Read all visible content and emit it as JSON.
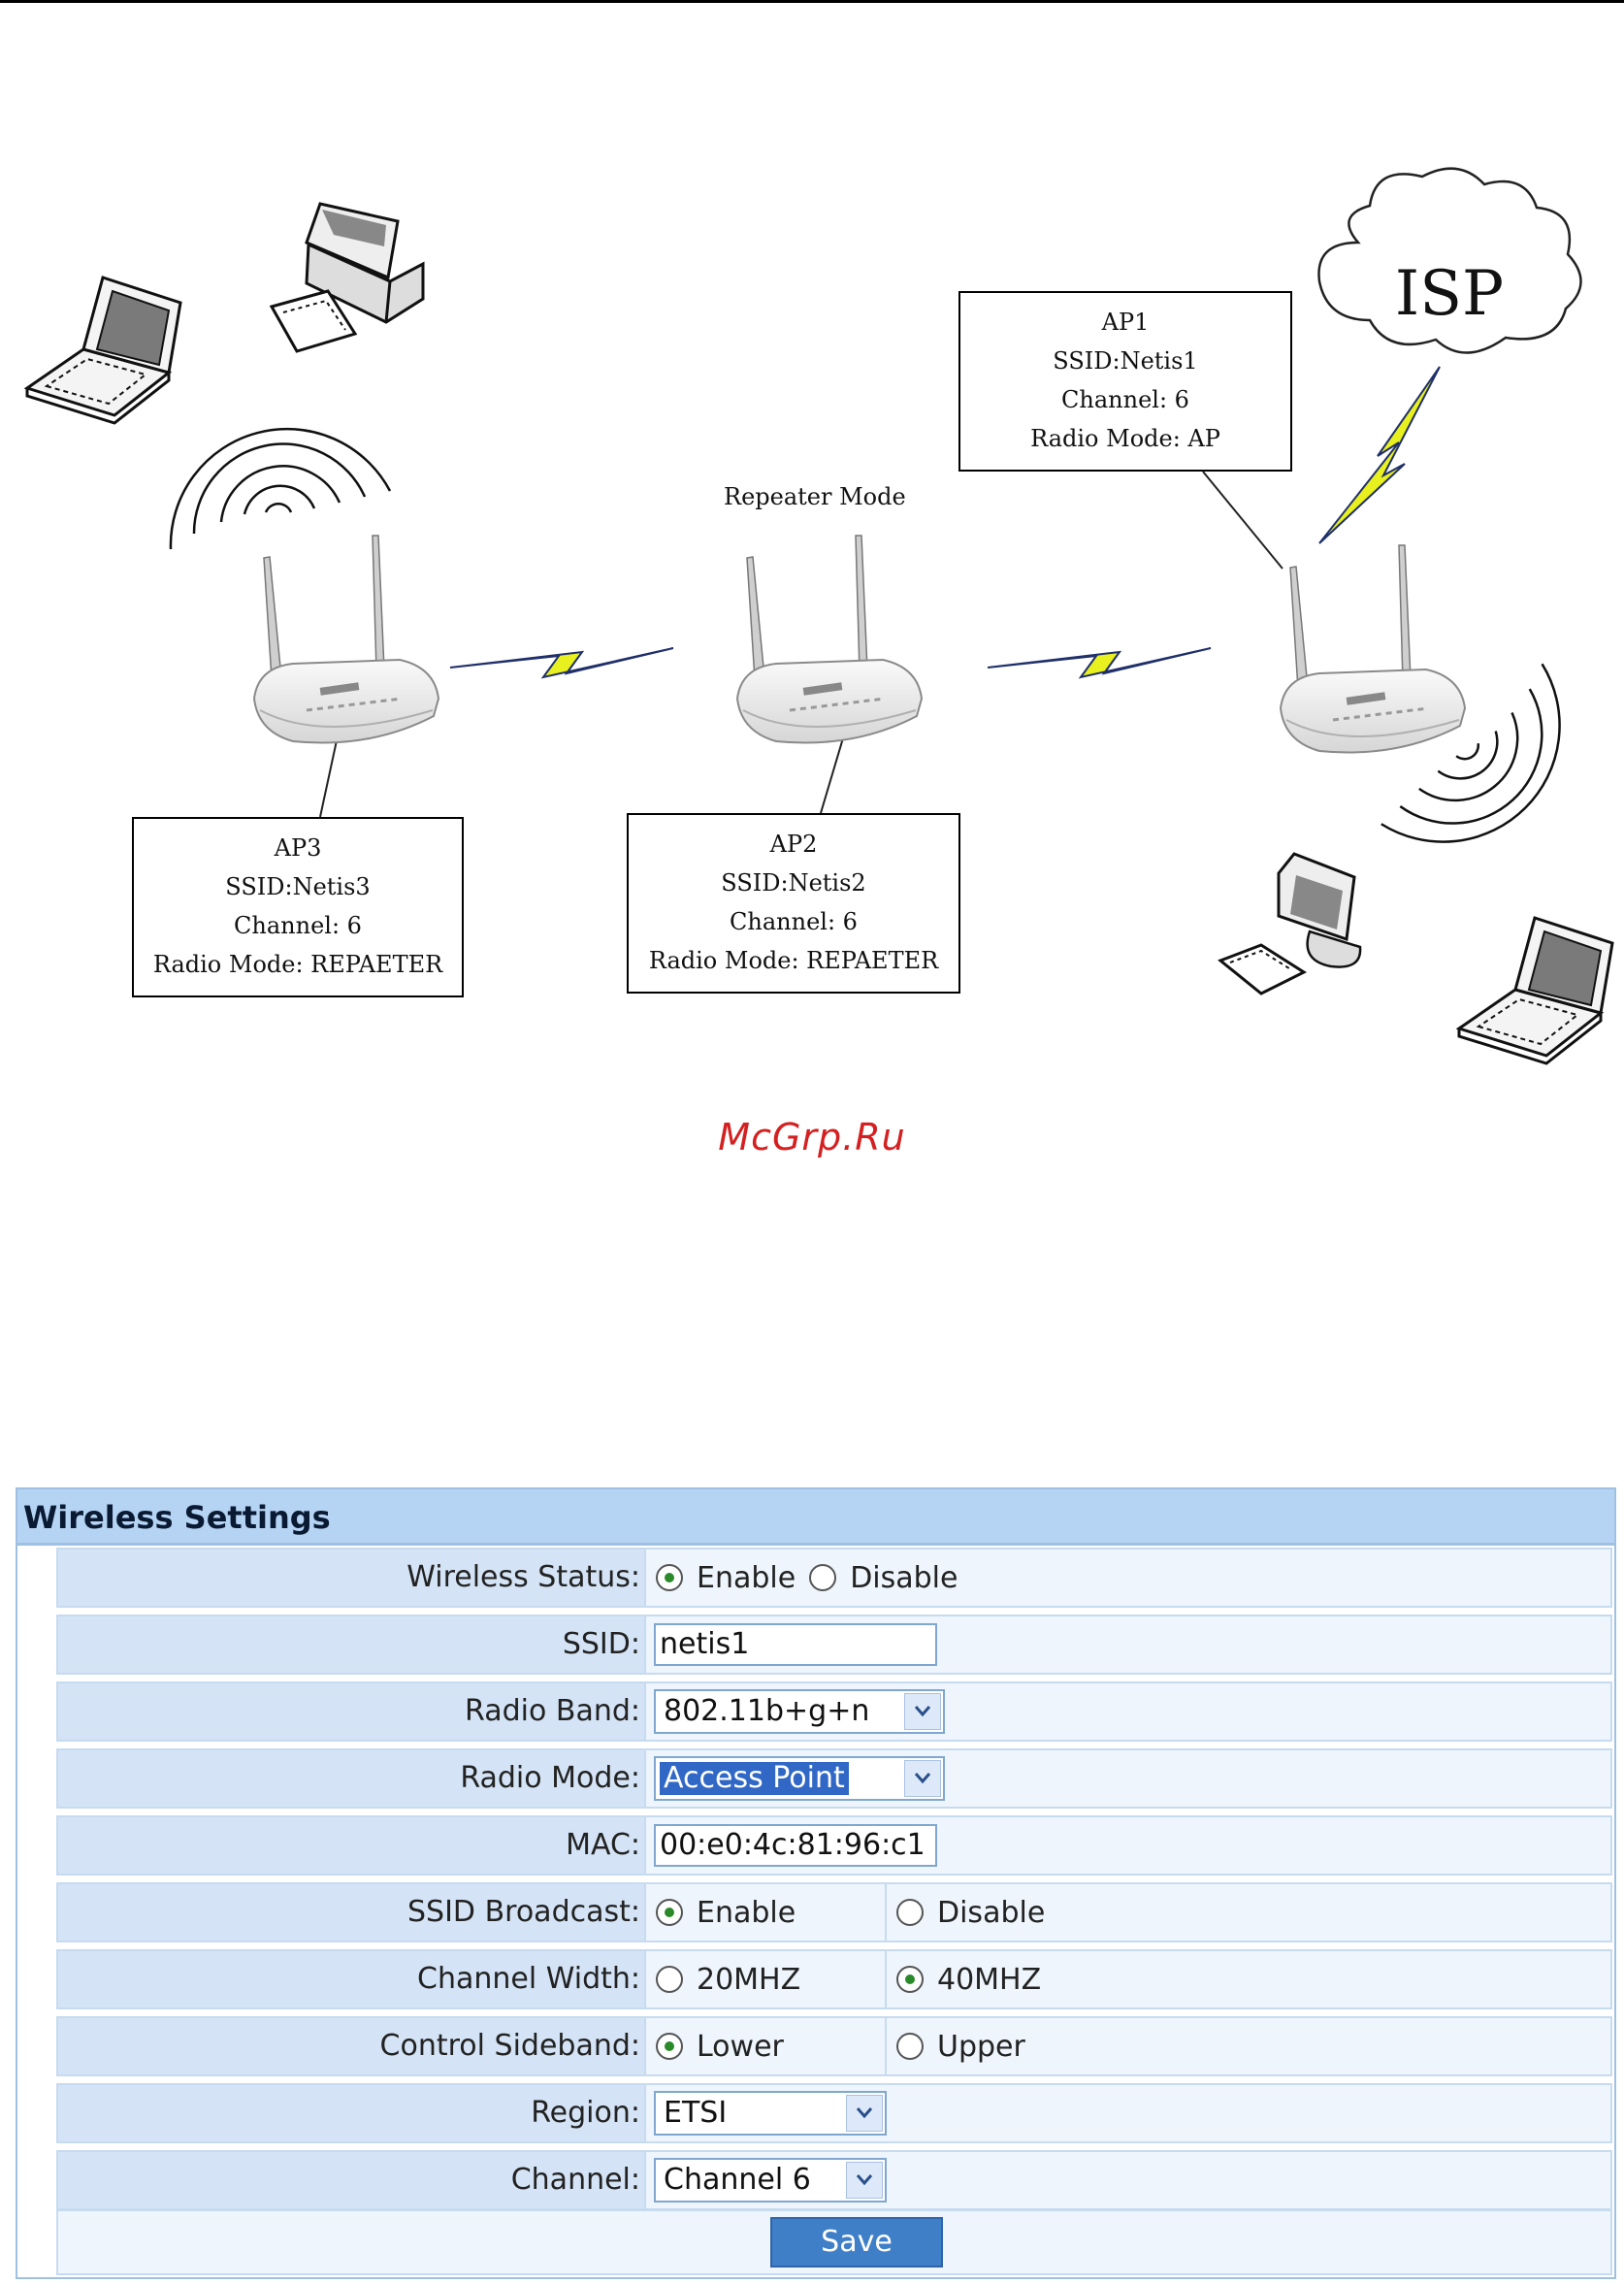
{
  "diagram": {
    "isp_label": "ISP",
    "repeater_mode_label": "Repeater Mode",
    "ap1": {
      "line1": "AP1",
      "line2": "SSID:Netis1",
      "line3": "Channel: 6",
      "line4": "Radio Mode: AP"
    },
    "ap2": {
      "line1": "AP2",
      "line2": "SSID:Netis2",
      "line3": "Channel: 6",
      "line4": "Radio Mode: REPAETER"
    },
    "ap3": {
      "line1": "AP3",
      "line2": "SSID:Netis3",
      "line3": "Channel: 6",
      "line4": "Radio Mode: REPAETER"
    },
    "watermark": "McGrp.Ru"
  },
  "form": {
    "title": "Wireless Settings",
    "wireless_status": {
      "label": "Wireless Status:",
      "opt_enable": "Enable",
      "opt_disable": "Disable",
      "selected": "Enable"
    },
    "ssid": {
      "label": "SSID:",
      "value": "netis1"
    },
    "radio_band": {
      "label": "Radio Band:",
      "value": "802.11b+g+n"
    },
    "radio_mode": {
      "label": "Radio Mode:",
      "value": "Access Point"
    },
    "mac": {
      "label": "MAC:",
      "value": "00:e0:4c:81:96:c1"
    },
    "ssid_broadcast": {
      "label": "SSID Broadcast:",
      "opt_a": "Enable",
      "opt_b": "Disable",
      "selected": "Enable"
    },
    "channel_width": {
      "label": "Channel Width:",
      "opt_a": "20MHZ",
      "opt_b": "40MHZ",
      "selected": "40MHZ"
    },
    "control_sideband": {
      "label": "Control Sideband:",
      "opt_a": "Lower",
      "opt_b": "Upper",
      "selected": "Lower"
    },
    "region": {
      "label": "Region:",
      "value": "ETSI"
    },
    "channel": {
      "label": "Channel:",
      "value": "Channel 6"
    },
    "save_label": "Save"
  },
  "colors": {
    "header_bg": "#b5d3f3",
    "label_bg": "#d4e4f6",
    "value_bg": "#eef5fc",
    "button_bg": "#3f7fc8",
    "watermark": "#d42020",
    "lightning": "#e8f020"
  }
}
